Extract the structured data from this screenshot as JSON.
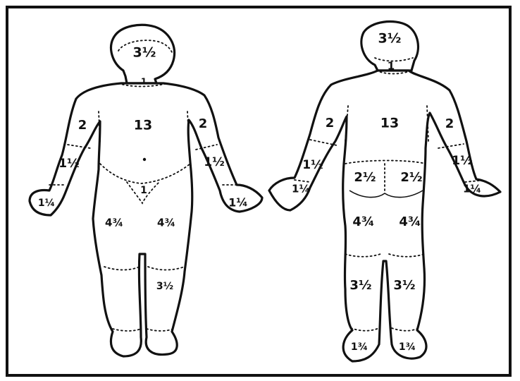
{
  "diagram": {
    "front_view": {
      "labels": {
        "head": "3½",
        "neck": "1",
        "trunk": "13",
        "upper_arm_left": "2",
        "upper_arm_right": "2",
        "forearm_left": "1½",
        "forearm_right": "1½",
        "hand_left": "1¼",
        "hand_right": "1¼",
        "genitalia": "1",
        "thigh_left": "4¾",
        "thigh_right": "4¾",
        "leg_left": "",
        "leg_right": "3½"
      }
    },
    "back_view": {
      "labels": {
        "head": "3½",
        "neck": "1",
        "trunk": "13",
        "upper_arm_left": "2",
        "upper_arm_right": "2",
        "forearm_left": "1½",
        "forearm_right": "1½",
        "hand_left": "1¼",
        "hand_right": "1¼",
        "buttock_left": "2½",
        "buttock_right": "2½",
        "thigh_left": "4¾",
        "thigh_right": "4¾",
        "leg_left": "3½",
        "leg_right": "3½",
        "foot_left": "1¾",
        "foot_right": "1¾"
      }
    }
  }
}
